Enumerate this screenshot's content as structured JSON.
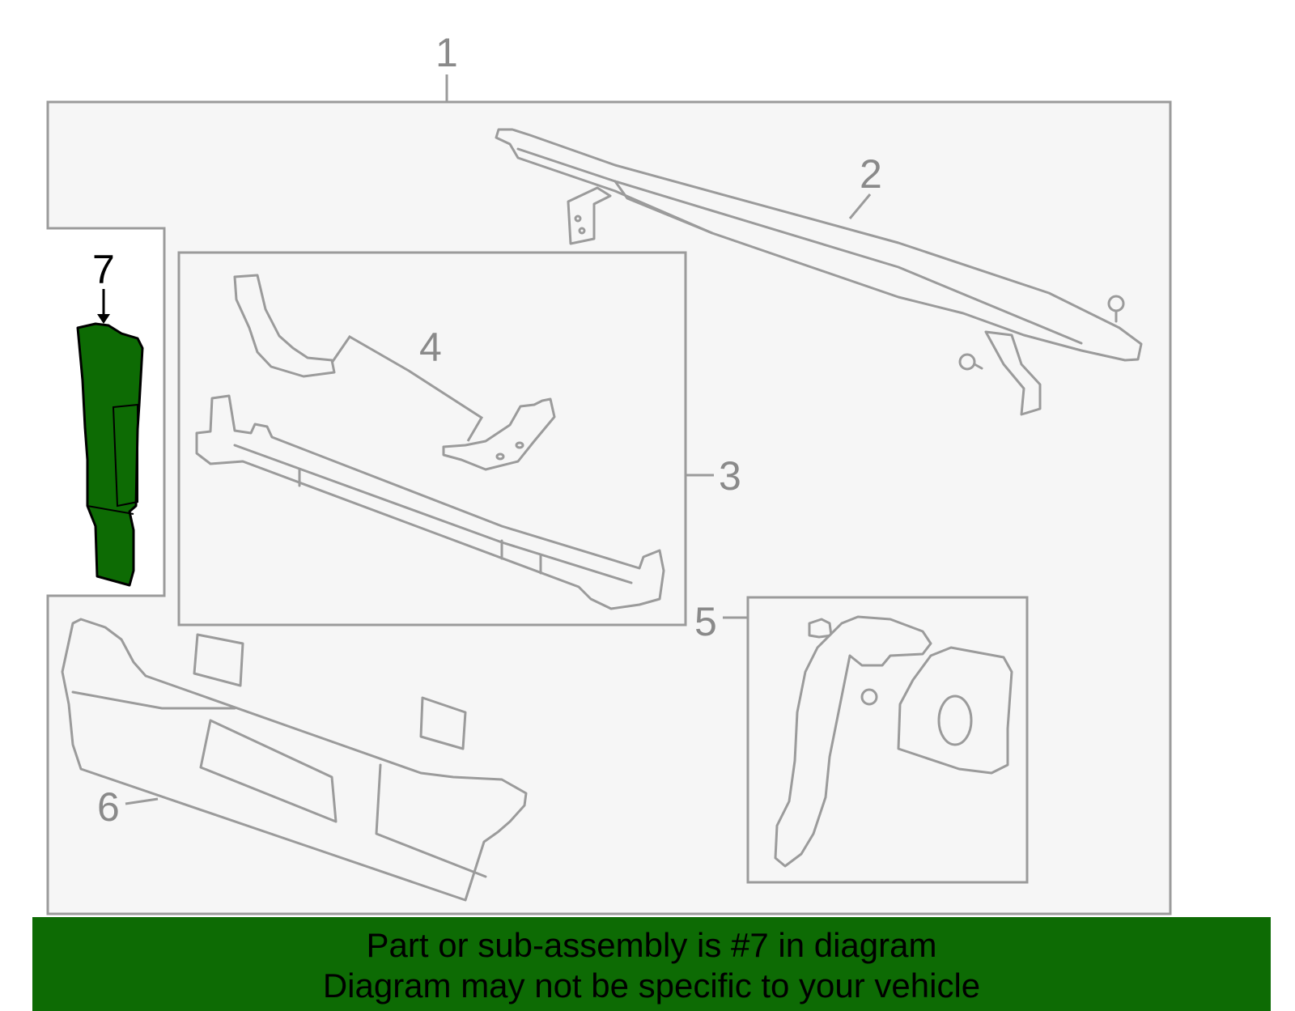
{
  "callouts": {
    "c1": "1",
    "c2": "2",
    "c3": "3",
    "c4": "4",
    "c5": "5",
    "c6": "6",
    "c7": "7"
  },
  "highlighted_part": "7",
  "colors": {
    "highlight": "#0d6b04",
    "outline": "#9b9b9b",
    "panel_fill": "#f6f6f6"
  },
  "footer": {
    "line1": "Part or sub-assembly is #7 in diagram",
    "line2": "Diagram may not be specific to your vehicle"
  }
}
